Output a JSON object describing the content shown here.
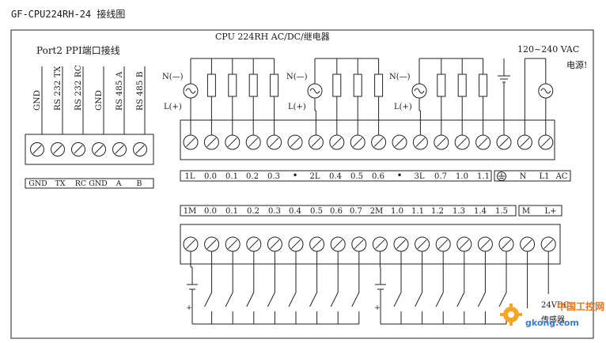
{
  "title": "GF-CPU224RH-24 接线图",
  "cpu_title": "CPU 224RH   AC/DC/继电器",
  "port_section": {
    "title": "Port2 PPI端口接线",
    "vertical_labels": [
      "GND",
      "RS 232 TX",
      "RS 232 RC",
      "GND",
      "RS 485 A",
      "RS 485 B"
    ],
    "pin_labels": [
      "GND",
      "TX",
      "RC",
      "GND",
      "A",
      "B"
    ]
  },
  "power_supply": {
    "voltage": "120~240 VAC",
    "label": "电源!"
  },
  "neutral_label": "N(—)",
  "line_label": "L(+)",
  "top_strip_labels": [
    "1L",
    "0.0",
    "0.1",
    "0.2",
    "0.3",
    "•",
    "2L",
    "0.4",
    "0.5",
    "0.6",
    "•",
    "3L",
    "0.7",
    "1.0",
    "1.1",
    "⏚",
    "N",
    "L1",
    "AC"
  ],
  "bottom_strip_labels": [
    "1M",
    "0.0",
    "0.1",
    "0.2",
    "0.3",
    "0.4",
    "0.5",
    "0.6",
    "0.7",
    "2M",
    "1.0",
    "1.1",
    "1.2",
    "1.3",
    "1.4",
    "1.5",
    "M",
    "L+"
  ],
  "sensor_supply": {
    "voltage": "24VDC",
    "label": "传感器"
  },
  "watermark": {
    "brand": "中国工控网",
    "url": "gkong.com"
  }
}
